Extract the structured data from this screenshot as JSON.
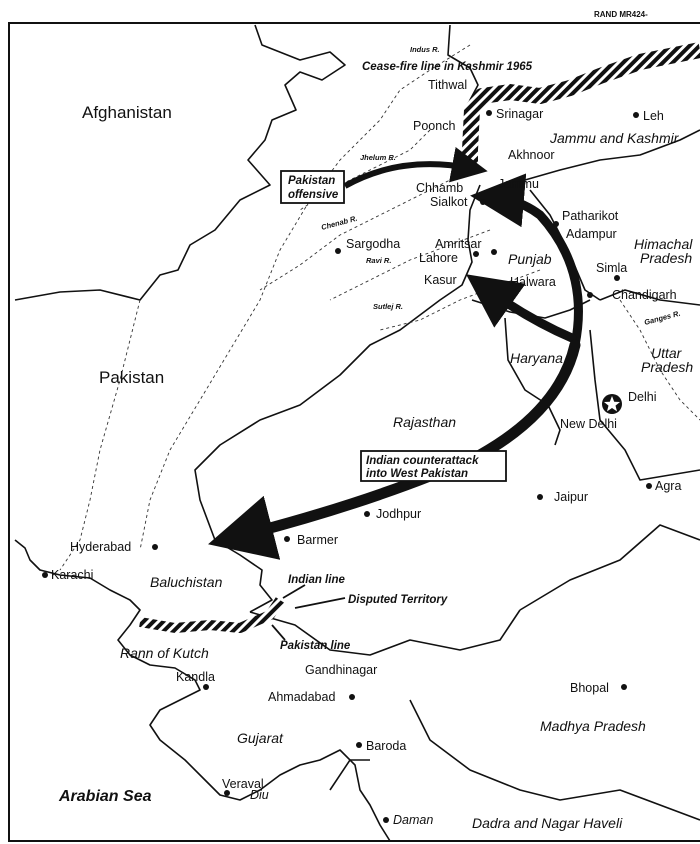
{
  "credit": "RAND MR424-",
  "countries": {
    "afghanistan": "Afghanistan",
    "pakistan": "Pakistan"
  },
  "regions": {
    "jammu_kashmir": "Jammu and Kashmir",
    "himachal_1": "Himachal",
    "himachal_2": "Pradesh",
    "punjab": "Punjab",
    "haryana": "Haryana",
    "uttar_1": "Uttar",
    "uttar_2": "Pradesh",
    "rajasthan": "Rajasthan",
    "baluchistan": "Baluchistan",
    "gujarat": "Gujarat",
    "madhya": "Madhya Pradesh",
    "rann": "Rann of Kutch",
    "dadra": "Dadra and Nagar Haveli"
  },
  "rivers": {
    "indus": "Indus R.",
    "jhelum": "Jhelum R.",
    "chenab": "Chenab R.",
    "ravi": "Ravi R.",
    "sutlej": "Sutlej R.",
    "ganges": "Ganges R."
  },
  "cities": {
    "tithwal": "Tithwal",
    "srinagar": "Srinagar",
    "leh": "Leh",
    "poonch": "Poonch",
    "akhnoor": "Akhnoor",
    "chhamb": "Chhamb",
    "jammu": "Jammu",
    "sialkot": "Sialkot",
    "pathankot": "Patharikot",
    "adampur": "Adampur",
    "sargodha": "Sargodha",
    "amritsar": "Amritsar",
    "lahore": "Lahore",
    "kasur": "Kasur",
    "halwara": "Halwara",
    "simla": "Simla",
    "chandigarh": "Chandigarh",
    "delhi": "Delhi",
    "new_delhi": "New Delhi",
    "agra": "Agra",
    "jaipur": "Jaipur",
    "jodhpur": "Jodhpur",
    "barmer": "Barmer",
    "hyderabad": "Hyderabad",
    "karachi": "Karachi",
    "kandla": "Kandla",
    "gandhinagar": "Gandhinagar",
    "ahmadabad": "Ahmadabad",
    "bhopal": "Bhopal",
    "baroda": "Baroda",
    "veraval": "Veraval",
    "diu": "Diu",
    "daman": "Daman"
  },
  "annotations": {
    "ceasefire": "Cease-fire line in Kashmir 1965",
    "pak_offensive_1": "Pakistan",
    "pak_offensive_2": "offensive",
    "indian_counter_1": "Indian counterattack",
    "indian_counter_2": "into West Pakistan",
    "indian_line": "Indian line",
    "disputed": "Disputed Territory",
    "pakistan_line": "Pakistan line"
  },
  "sea": "Arabian Sea",
  "colors": {
    "ink": "#111111",
    "background": "#ffffff"
  }
}
